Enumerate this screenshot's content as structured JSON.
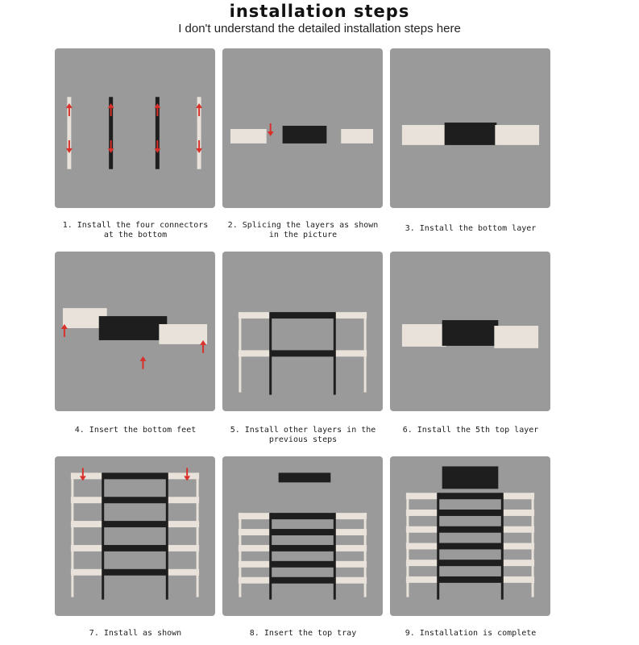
{
  "header": {
    "title": "installation steps",
    "subtitle": "I don't understand the detailed installation steps here"
  },
  "steps": [
    {
      "caption": "1. Install the four connectors\nat the bottom"
    },
    {
      "caption": "2. Splicing the layers as shown\nin the picture"
    },
    {
      "caption": "3. Install the bottom layer"
    },
    {
      "caption": "4. Insert the bottom feet"
    },
    {
      "caption": "5. Install other layers in the previous steps"
    },
    {
      "caption": "6. Install the 5th top layer"
    },
    {
      "caption": "7. Install as shown"
    },
    {
      "caption": "8. Insert the top tray"
    },
    {
      "caption": "9. Installation is complete"
    }
  ],
  "colors": {
    "panel": "#9a9a9a",
    "arrow": "#d9302a",
    "frame_dark": "#1e1e1e",
    "frame_light": "#e8e2da"
  }
}
